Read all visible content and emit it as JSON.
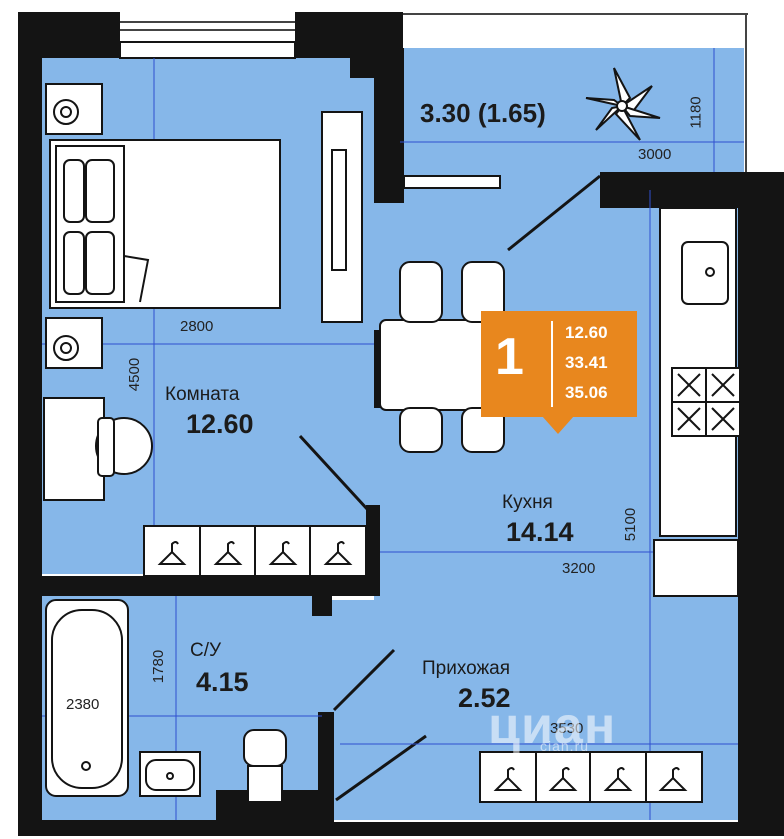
{
  "rooms": {
    "room": {
      "name": "Комната",
      "area": "12.60"
    },
    "kitchen": {
      "name": "Кухня",
      "area": "14.14"
    },
    "bathroom": {
      "name": "С/У",
      "area": "4.15"
    },
    "hallway": {
      "name": "Прихожая",
      "area": "2.52"
    },
    "balcony": {
      "area": "3.30 (1.65)"
    }
  },
  "dimensions": {
    "room_width": "2800",
    "room_height": "4500",
    "kitchen_width": "3200",
    "kitchen_height": "5100",
    "bath_width": "2380",
    "bath_height": "1780",
    "hall_width": "3530",
    "balcony_width": "3000",
    "balcony_height": "1180"
  },
  "badge": {
    "rooms_count": "1",
    "living_area": "12.60",
    "total_area": "33.41",
    "area_with_balcony": "35.06"
  },
  "watermark": {
    "brand": "циан",
    "sub": "cian.ru"
  },
  "colors": {
    "room_fill": "#86b7e9",
    "balcony_fill": "#86b7e9",
    "wall": "#141414",
    "badge": "#e8871e",
    "dim_line": "#2f4fd0"
  }
}
